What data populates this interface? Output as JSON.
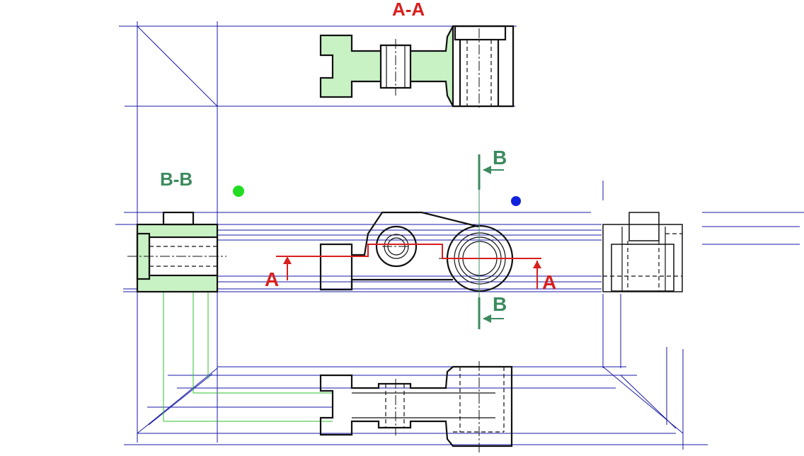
{
  "labels": {
    "section_aa_title": "A-A",
    "section_bb_title": "B-B",
    "cut_a_left": "A",
    "cut_a_right": "A",
    "cut_b_top": "B",
    "cut_b_bottom": "B"
  },
  "colors": {
    "construction_lines": "#1a1aa8",
    "projection_lines_green": "#2fbf2f",
    "section_fill": "#c9f2c4",
    "cutting_plane_a": "#d81e1e",
    "cutting_plane_b": "#3b8a5e",
    "marker_dot_green": "#22dd22",
    "marker_dot_blue": "#1122dd",
    "object_lines": "#111111"
  }
}
